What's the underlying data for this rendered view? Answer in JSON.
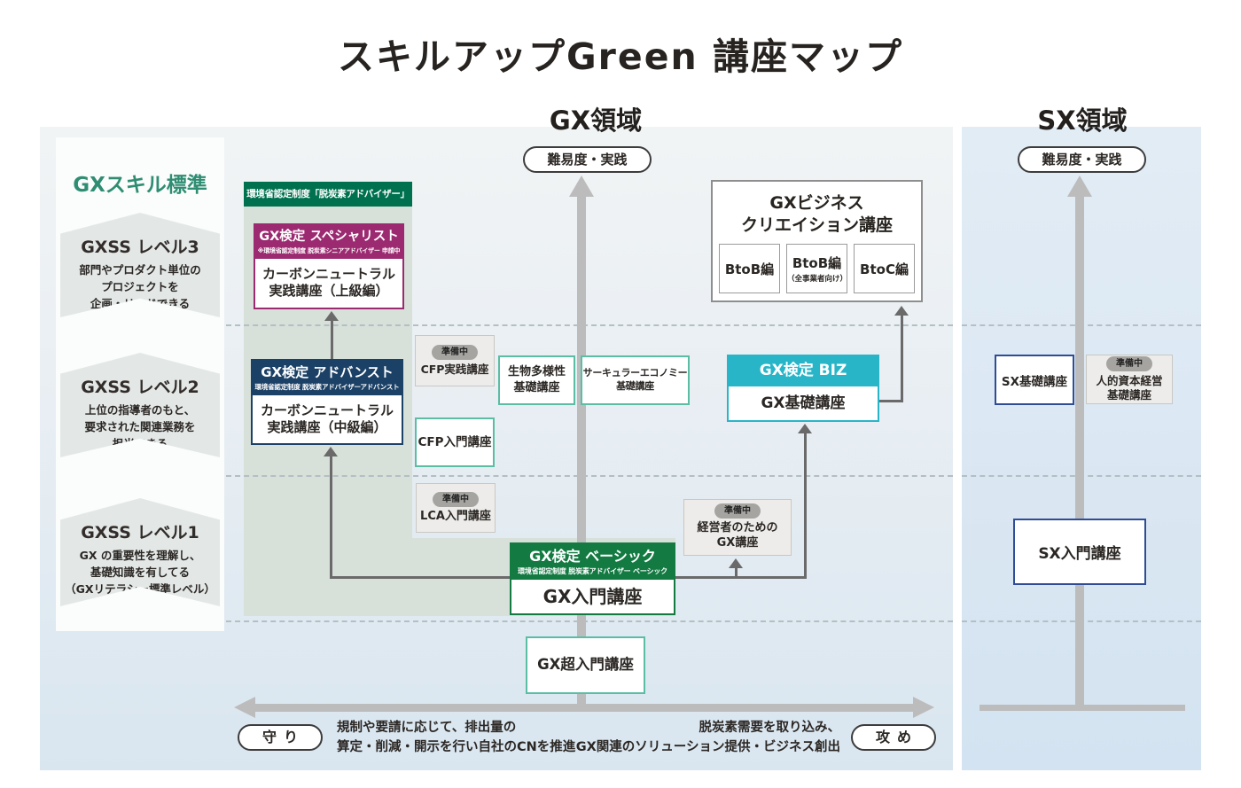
{
  "title": "スキルアップGreen 講座マップ",
  "gx_area": {
    "title": "GX領域",
    "difficulty_pill": "難易度・実践"
  },
  "sx_area": {
    "title": "SX領域",
    "difficulty_pill": "難易度・実践"
  },
  "sidebar": {
    "title": "GXスキル標準",
    "levels": [
      {
        "name": "GXSS レベル3",
        "desc": "部門やプロダクト単位の\nプロジェクトを\n企画・リードできる"
      },
      {
        "name": "GXSS レベル2",
        "desc": "上位の指導者のもと、\n要求された関連業務を\n担当できる"
      },
      {
        "name": "GXSS レベル1",
        "desc": "GX の重要性を理解し、\n基礎知識を有してる\n（GXリテラシー標準レベル）"
      }
    ]
  },
  "cert_zone": {
    "label": "環境省認定制度「脱炭素アドバイザー」"
  },
  "exams": {
    "specialist": {
      "title": "GX検定 スペシャリスト",
      "subtitle": "※環境省認定制度 脱炭素シニアアドバイザー 申請中",
      "course": "カーボンニュートラル\n実践講座（上級編）"
    },
    "advanced": {
      "title": "GX検定 アドバンスト",
      "subtitle": "環境省認定制度 脱炭素アドバイザーアドバンスト",
      "course": "カーボンニュートラル\n実践講座（中級編）"
    },
    "basic": {
      "title": "GX検定 ベーシック",
      "subtitle": "環境省認定制度 脱炭素アドバイザー ベーシック",
      "course": "GX入門講座"
    },
    "biz": {
      "title": "GX検定 BIZ",
      "course": "GX基礎講座"
    }
  },
  "business_creation": {
    "title": "GXビジネス\nクリエイション講座",
    "editions": [
      {
        "label": "BtoB編",
        "sub": ""
      },
      {
        "label": "BtoB編",
        "sub": "（全事業者向け）"
      },
      {
        "label": "BtoC編",
        "sub": ""
      }
    ]
  },
  "courses": {
    "cfp_practice": {
      "badge": "準備中",
      "label": "CFP実践講座"
    },
    "biodiversity": {
      "label": "生物多様性\n基礎講座"
    },
    "circular_economy": {
      "label": "サーキュラーエコノミー\n基礎講座"
    },
    "cfp_intro": {
      "label": "CFP入門講座"
    },
    "lca_intro": {
      "badge": "準備中",
      "label": "LCA入門講座"
    },
    "executive_gx": {
      "badge": "準備中",
      "label": "経営者のための\nGX講座"
    },
    "gx_super_intro": {
      "label": "GX超入門講座"
    },
    "sx_basic": {
      "label": "SX基礎講座"
    },
    "human_capital": {
      "badge": "準備中",
      "label": "人的資本経営\n基礎講座"
    },
    "sx_intro": {
      "label": "SX入門講座"
    }
  },
  "bottom_axis": {
    "left_pill": "守り",
    "left_desc": "規制や要請に応じて、排出量の\n算定・削減・開示を行い自社のCNを推進",
    "right_pill": "攻め",
    "right_desc": "脱炭素需要を取り込み、\nGX関連のソリューション提供・ビジネス創出"
  },
  "colors": {
    "cert_green": "#00714f",
    "basic_green": "#137a42",
    "specialist_purple": "#9c2a71",
    "advanced_navy": "#1c4166",
    "biz_cyan": "#29b5c8",
    "course_teal_border": "#5abda4",
    "sx_navy_border": "#2e4d96",
    "skill_title_green": "#2f8d72",
    "axis_gray": "#bcbcbc",
    "connector_gray": "#6a6a6a",
    "gx_panel_bg": "#e8eef3",
    "sx_panel_bg": "#d9e6f3",
    "cert_zone_bg": "#d8e0da"
  }
}
